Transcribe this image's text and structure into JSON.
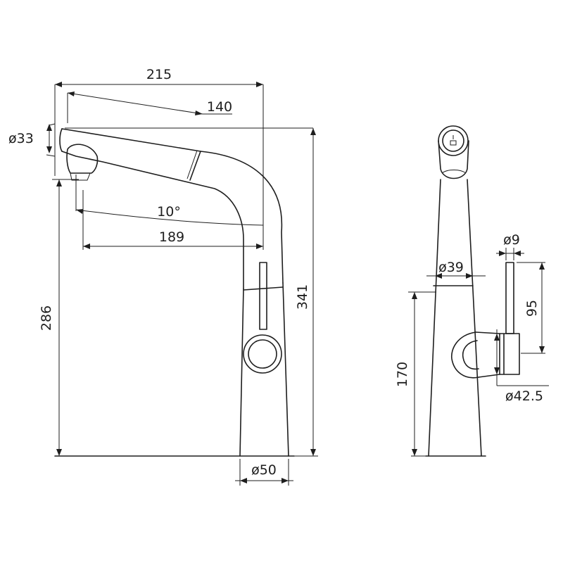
{
  "side_view": {
    "dim_total_length": "215",
    "dim_pullout_length": "140",
    "dim_spray_diameter": "ø33",
    "dim_swivel_angle": "10°",
    "dim_reach": "189",
    "dim_spout_height": "286",
    "dim_total_height": "341",
    "dim_base_diameter": "ø50"
  },
  "front_view": {
    "dim_lever_diameter": "ø9",
    "dim_body_diameter": "ø39",
    "dim_lever_length": "95",
    "dim_body_height": "170",
    "dim_hub_diameter": "ø42.5"
  },
  "colors": {
    "line": "#1e1e1e",
    "background": "#ffffff"
  }
}
